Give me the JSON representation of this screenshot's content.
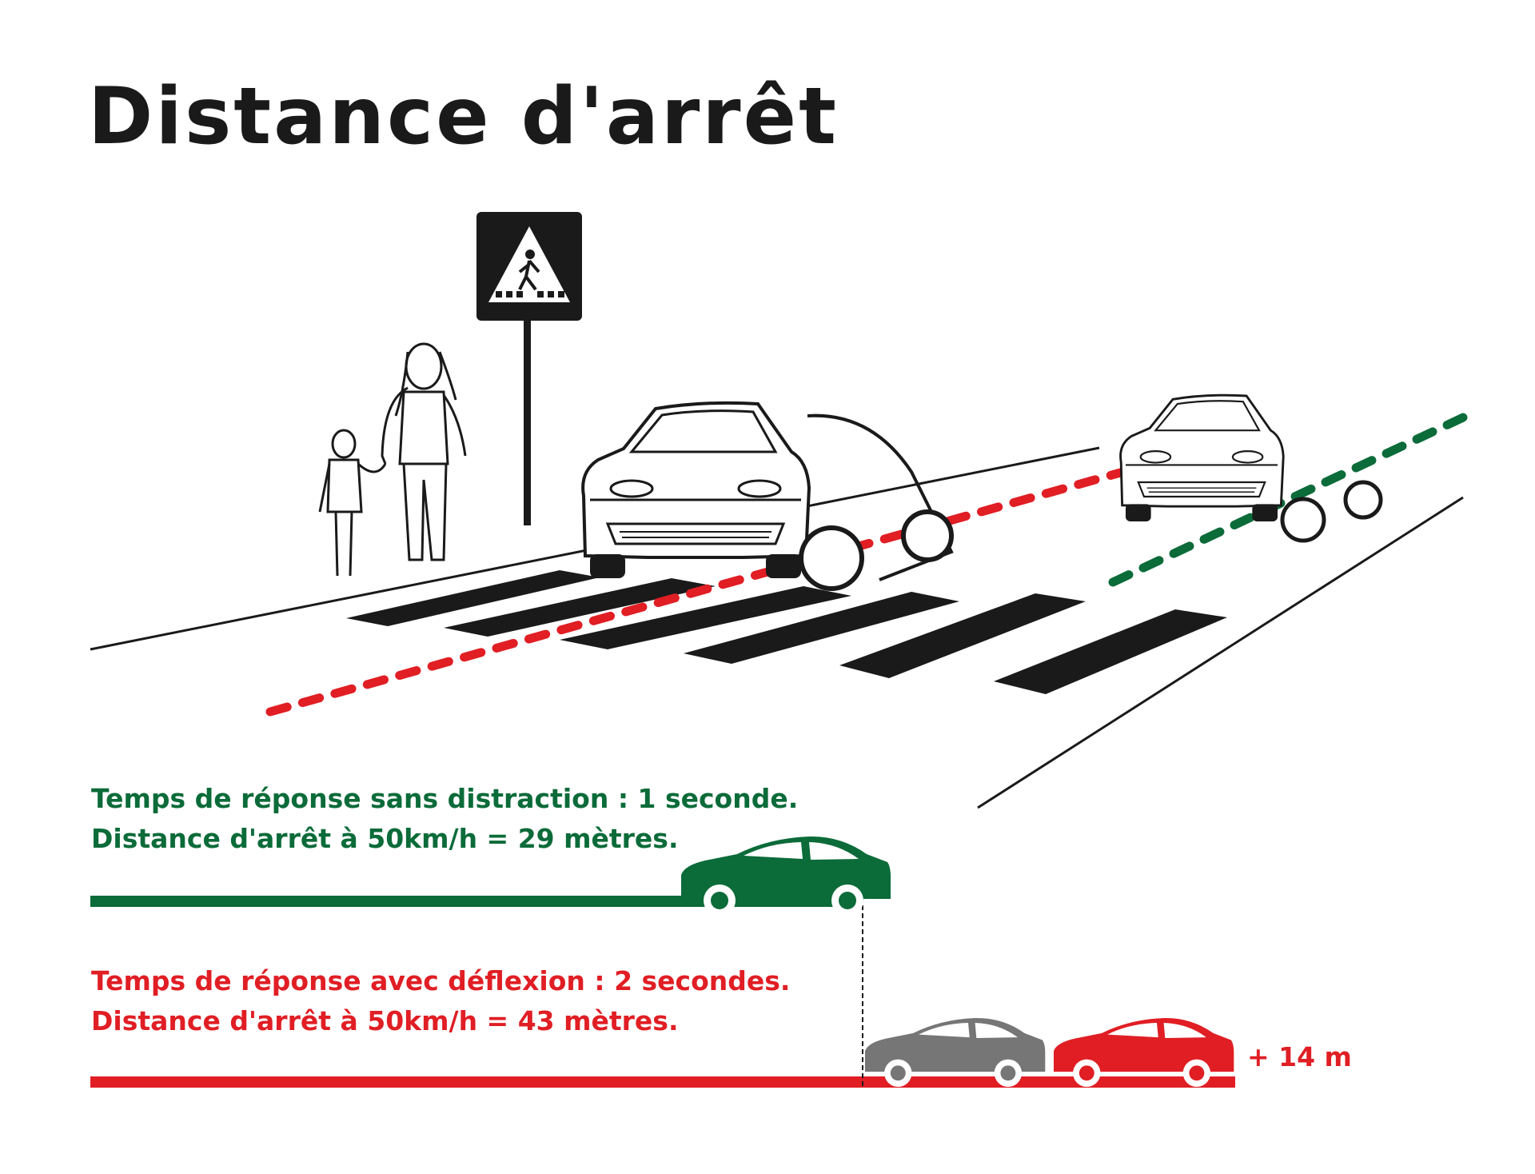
{
  "title": "Distance d'arrêt",
  "colors": {
    "green": "#0b6b39",
    "red": "#e01e24",
    "gray": "#767676",
    "ink": "#1a1a1a"
  },
  "icons": {
    "sign": "pedestrian-crossing-sign-icon",
    "pedestrians": "mother-and-child-icon",
    "car": "hatchback-car-icon",
    "car_side": "sedan-car-side-icon"
  },
  "scenario_fast": {
    "line1": "Temps de réponse sans distraction : 1 seconde.",
    "line2": "Distance d'arrêt à 50km/h = 29 mètres.",
    "stopping_distance_m": 29,
    "response_time_s": 1
  },
  "scenario_slow": {
    "line1": "Temps de réponse avec déflexion : 2 secondes.",
    "line2": "Distance d'arrêt à 50km/h = 43 mètres.",
    "stopping_distance_m": 43,
    "response_time_s": 2
  },
  "difference_label": "+ 14 m"
}
